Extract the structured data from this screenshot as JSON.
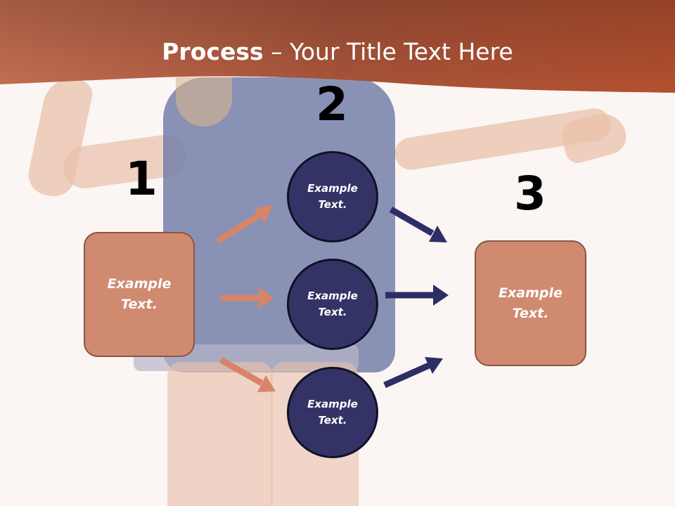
{
  "header": {
    "title_bold": "Process",
    "title_rest": " – Your Title Text Here",
    "color": "#b9583a"
  },
  "steps": {
    "one": "1",
    "two": "2",
    "three": "3"
  },
  "boxes": {
    "left": "Example\nText.",
    "right": "Example\nText."
  },
  "circles": {
    "top": "Example\nText.",
    "middle": "Example\nText.",
    "bottom": "Example\nText."
  },
  "colors": {
    "box_fill": "#cf8a70",
    "circle_fill": "#333366",
    "arrow_left": "#d88468",
    "arrow_right": "#2e2e66"
  }
}
